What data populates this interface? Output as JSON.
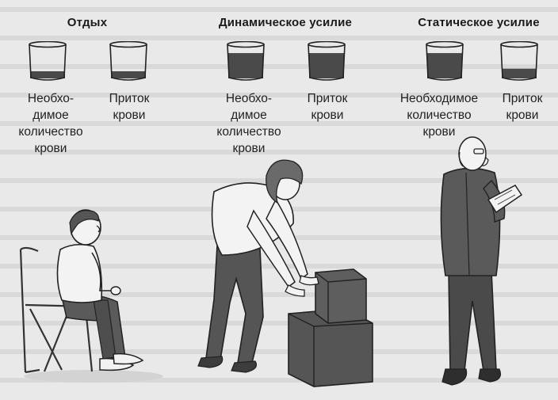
{
  "panels": [
    {
      "title": "Отдых",
      "left_label": "Необхо-\nдимое\nколичество\nкрови",
      "right_label": "Приток\nкрови",
      "left_level": 0.22,
      "right_level": 0.22
    },
    {
      "title": "Динамическое усилие",
      "left_label": "Необхо-\nдимое\nколичество\nкрови",
      "right_label": "Приток\nкрови",
      "left_level": 0.78,
      "right_level": 0.78
    },
    {
      "title": "Статическое усилие",
      "left_label": "Необходимое\nколичество\nкрови",
      "right_label": "Приток\nкрови",
      "left_level": 0.78,
      "right_level": 0.3
    }
  ],
  "colors": {
    "background": "#e9e9e9",
    "liquid": "#4a4a4a",
    "ink": "#1e1e1e"
  }
}
